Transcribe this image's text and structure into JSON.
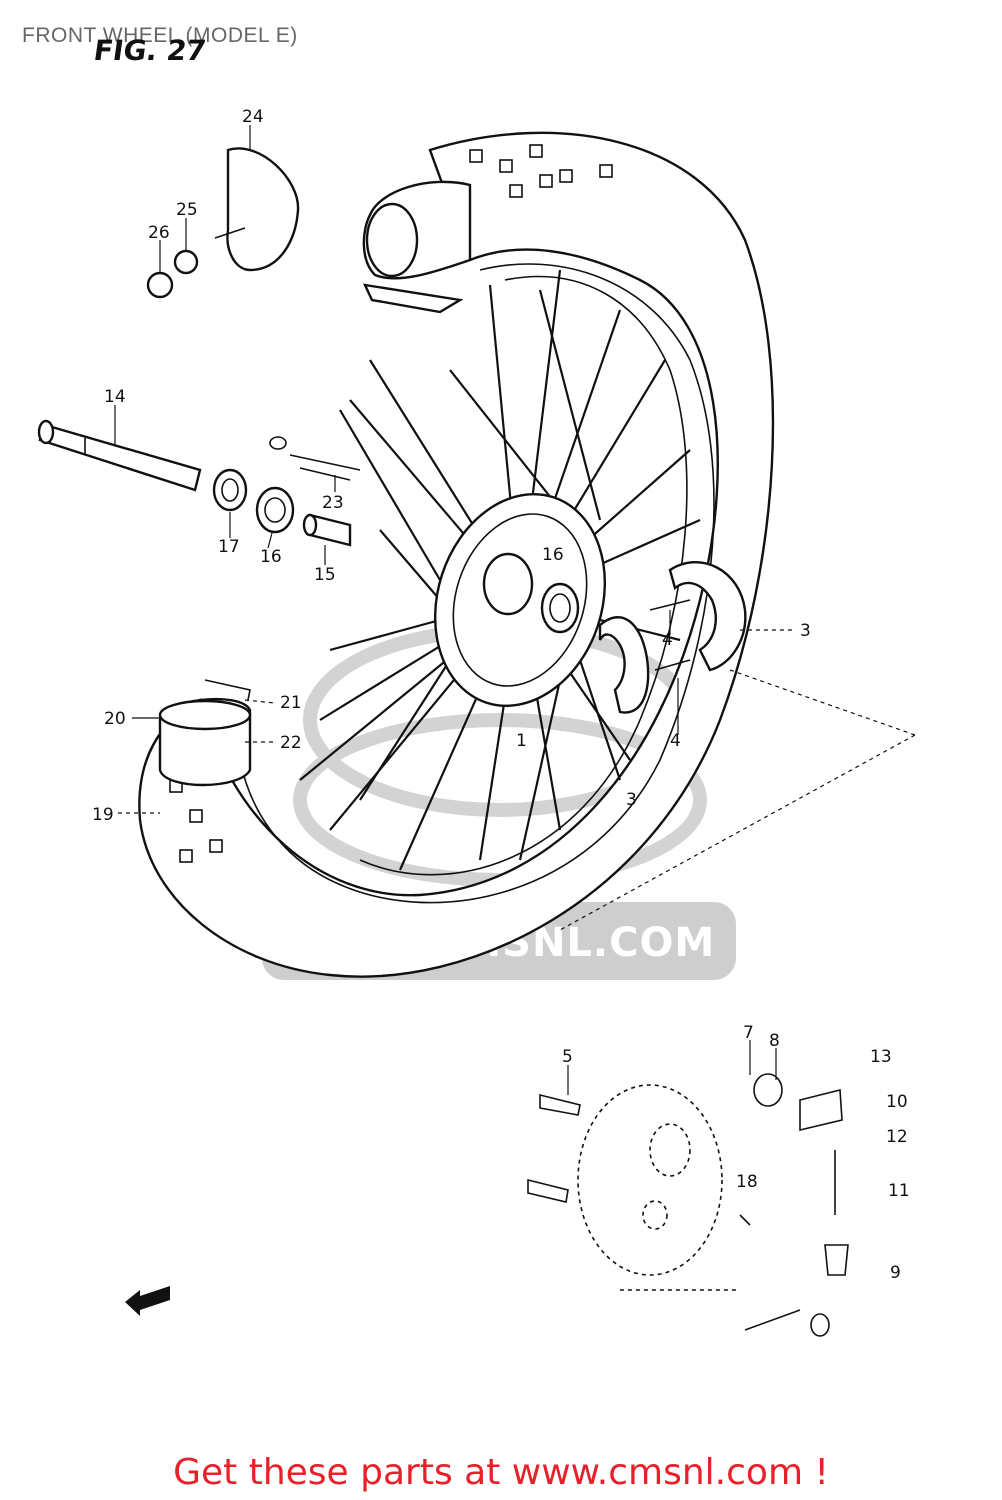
{
  "header": {
    "title": "FRONT WHEEL (MODEL E)",
    "figure": "FIG. 27"
  },
  "watermark": {
    "text": "WWW.CMSNL.COM",
    "color": "#c9c9c9"
  },
  "banner": {
    "text": "Get these parts at www.cmsnl.com !",
    "color": "#e8202a"
  },
  "callouts": {
    "p1": "1",
    "p3a": "3",
    "p3b": "3",
    "p4a": "4",
    "p4b": "4",
    "p5": "5",
    "p7": "7",
    "p8": "8",
    "p9": "9",
    "p10": "10",
    "p11": "11",
    "p12": "12",
    "p13": "13",
    "p14": "14",
    "p15": "15",
    "p16a": "16",
    "p16b": "16",
    "p17": "17",
    "p18": "18",
    "p19": "19",
    "p20": "20",
    "p21": "21",
    "p22": "22",
    "p23": "23",
    "p24": "24",
    "p25": "25",
    "p26": "26"
  },
  "icons": [
    "front-direction-arrow-icon"
  ]
}
